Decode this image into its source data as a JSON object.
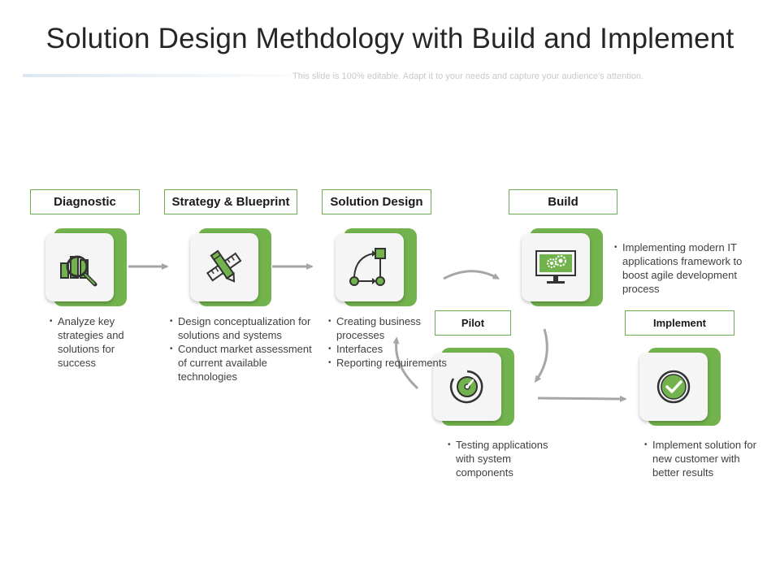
{
  "title": "Solution Design Methdology with Build and Implement",
  "subtitle": "This slide is 100% editable. Adapt it to your needs and capture your audience's attention.",
  "colors": {
    "accent": "#72b34d",
    "box_border": "#6aad4e",
    "arrow": "#a6a6a6",
    "icon": "#333333"
  },
  "stages": [
    {
      "label": "Diagnostic",
      "icon": "chart-magnifier-icon",
      "bullets": [
        "Analyze key strategies and solutions for success"
      ]
    },
    {
      "label": "Strategy & Blueprint",
      "icon": "pencil-ruler-icon",
      "bullets": [
        "Design conceptualization for solutions and systems",
        "Conduct market assessment of current available technologies"
      ]
    },
    {
      "label": "Solution Design",
      "icon": "flow-nodes-icon",
      "bullets": [
        "Creating business processes",
        "Interfaces",
        "Reporting requirements"
      ]
    },
    {
      "label": "Build",
      "icon": "monitor-gears-icon",
      "bullets": [
        "Implementing modern IT applications framework to boost agile development process"
      ]
    },
    {
      "label": "Pilot",
      "icon": "gauge-icon",
      "bullets": [
        "Testing applications with system components"
      ]
    },
    {
      "label": "Implement",
      "icon": "check-circle-icon",
      "bullets": [
        "Implement solution for new customer with better results"
      ]
    }
  ]
}
